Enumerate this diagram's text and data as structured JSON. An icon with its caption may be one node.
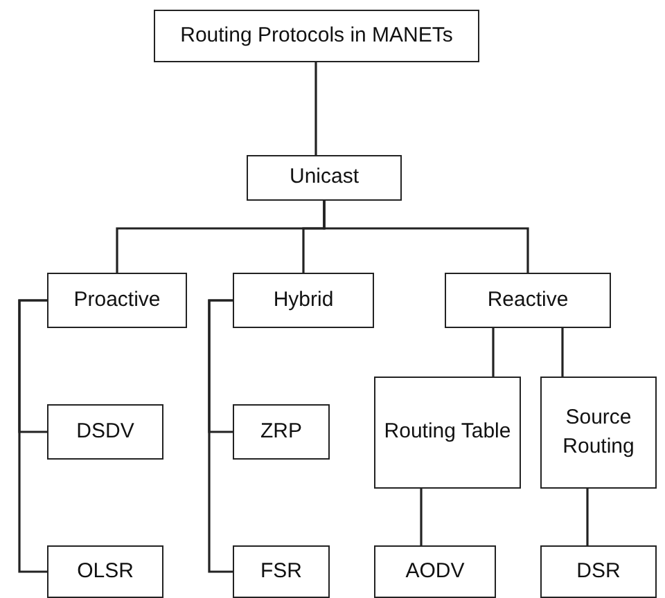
{
  "diagram": {
    "nodes": [
      {
        "text": [
          "Routing Protocols in MANETs"
        ]
      },
      {
        "text": [
          "Unicast"
        ]
      },
      {
        "text": [
          "Proactive"
        ]
      },
      {
        "text": [
          "Hybrid"
        ]
      },
      {
        "text": [
          "Reactive"
        ]
      },
      {
        "text": [
          "DSDV"
        ]
      },
      {
        "text": [
          "ZRP"
        ]
      },
      {
        "text": [
          "Routing Table"
        ]
      },
      {
        "text": [
          "Source Routing"
        ]
      },
      {
        "text": [
          "OLSR"
        ]
      },
      {
        "text": [
          "FSR"
        ]
      },
      {
        "text": [
          "AODV"
        ]
      },
      {
        "text": [
          "DSR"
        ]
      }
    ],
    "edges": [
      {
        "from": 0,
        "to": 1,
        "arrow": "none"
      },
      {
        "from": 1,
        "to": 2,
        "arrow": "none"
      },
      {
        "from": 1,
        "to": 3,
        "arrow": "none"
      },
      {
        "from": 1,
        "to": 4,
        "arrow": "none"
      },
      {
        "from": 2,
        "to": 5,
        "arrow": "none"
      },
      {
        "from": 2,
        "to": 9,
        "arrow": "none"
      },
      {
        "from": 3,
        "to": 6,
        "arrow": "none"
      },
      {
        "from": 3,
        "to": 10,
        "arrow": "none"
      },
      {
        "from": 4,
        "to": 7,
        "arrow": "none"
      },
      {
        "from": 4,
        "to": 8,
        "arrow": "none"
      },
      {
        "from": 7,
        "to": 11,
        "arrow": "none"
      },
      {
        "from": 8,
        "to": 12,
        "arrow": "none"
      }
    ]
  }
}
